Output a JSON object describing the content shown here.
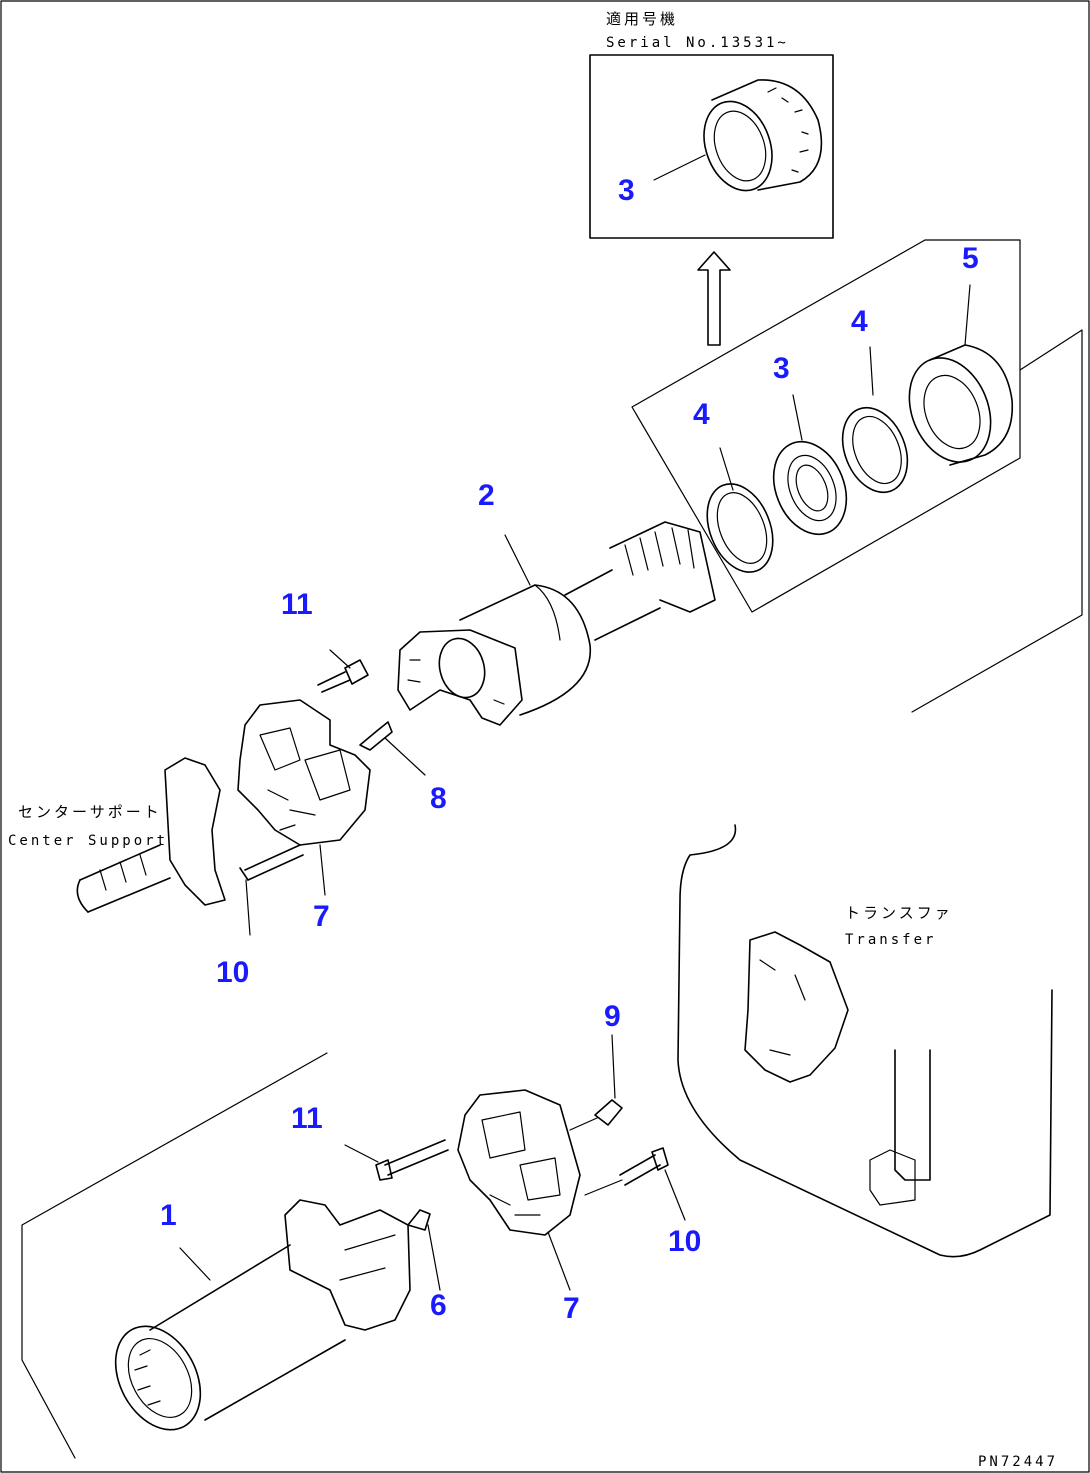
{
  "inset": {
    "title_jp": "適用号機",
    "serial": "Serial No.13531~",
    "part": "3"
  },
  "labels": {
    "center_support_jp": "センターサポート",
    "center_support_en": "Center Support",
    "transfer_jp": "トランスファ",
    "transfer_en": "Transfer"
  },
  "parts": {
    "p1": "1",
    "p2": "2",
    "p3": "3",
    "p4a": "4",
    "p4b": "4",
    "p5": "5",
    "p6": "6",
    "p7a": "7",
    "p7b": "7",
    "p8": "8",
    "p9": "9",
    "p10a": "10",
    "p10b": "10",
    "p11a": "11",
    "p11b": "11"
  },
  "drawing_code": "PN72447"
}
